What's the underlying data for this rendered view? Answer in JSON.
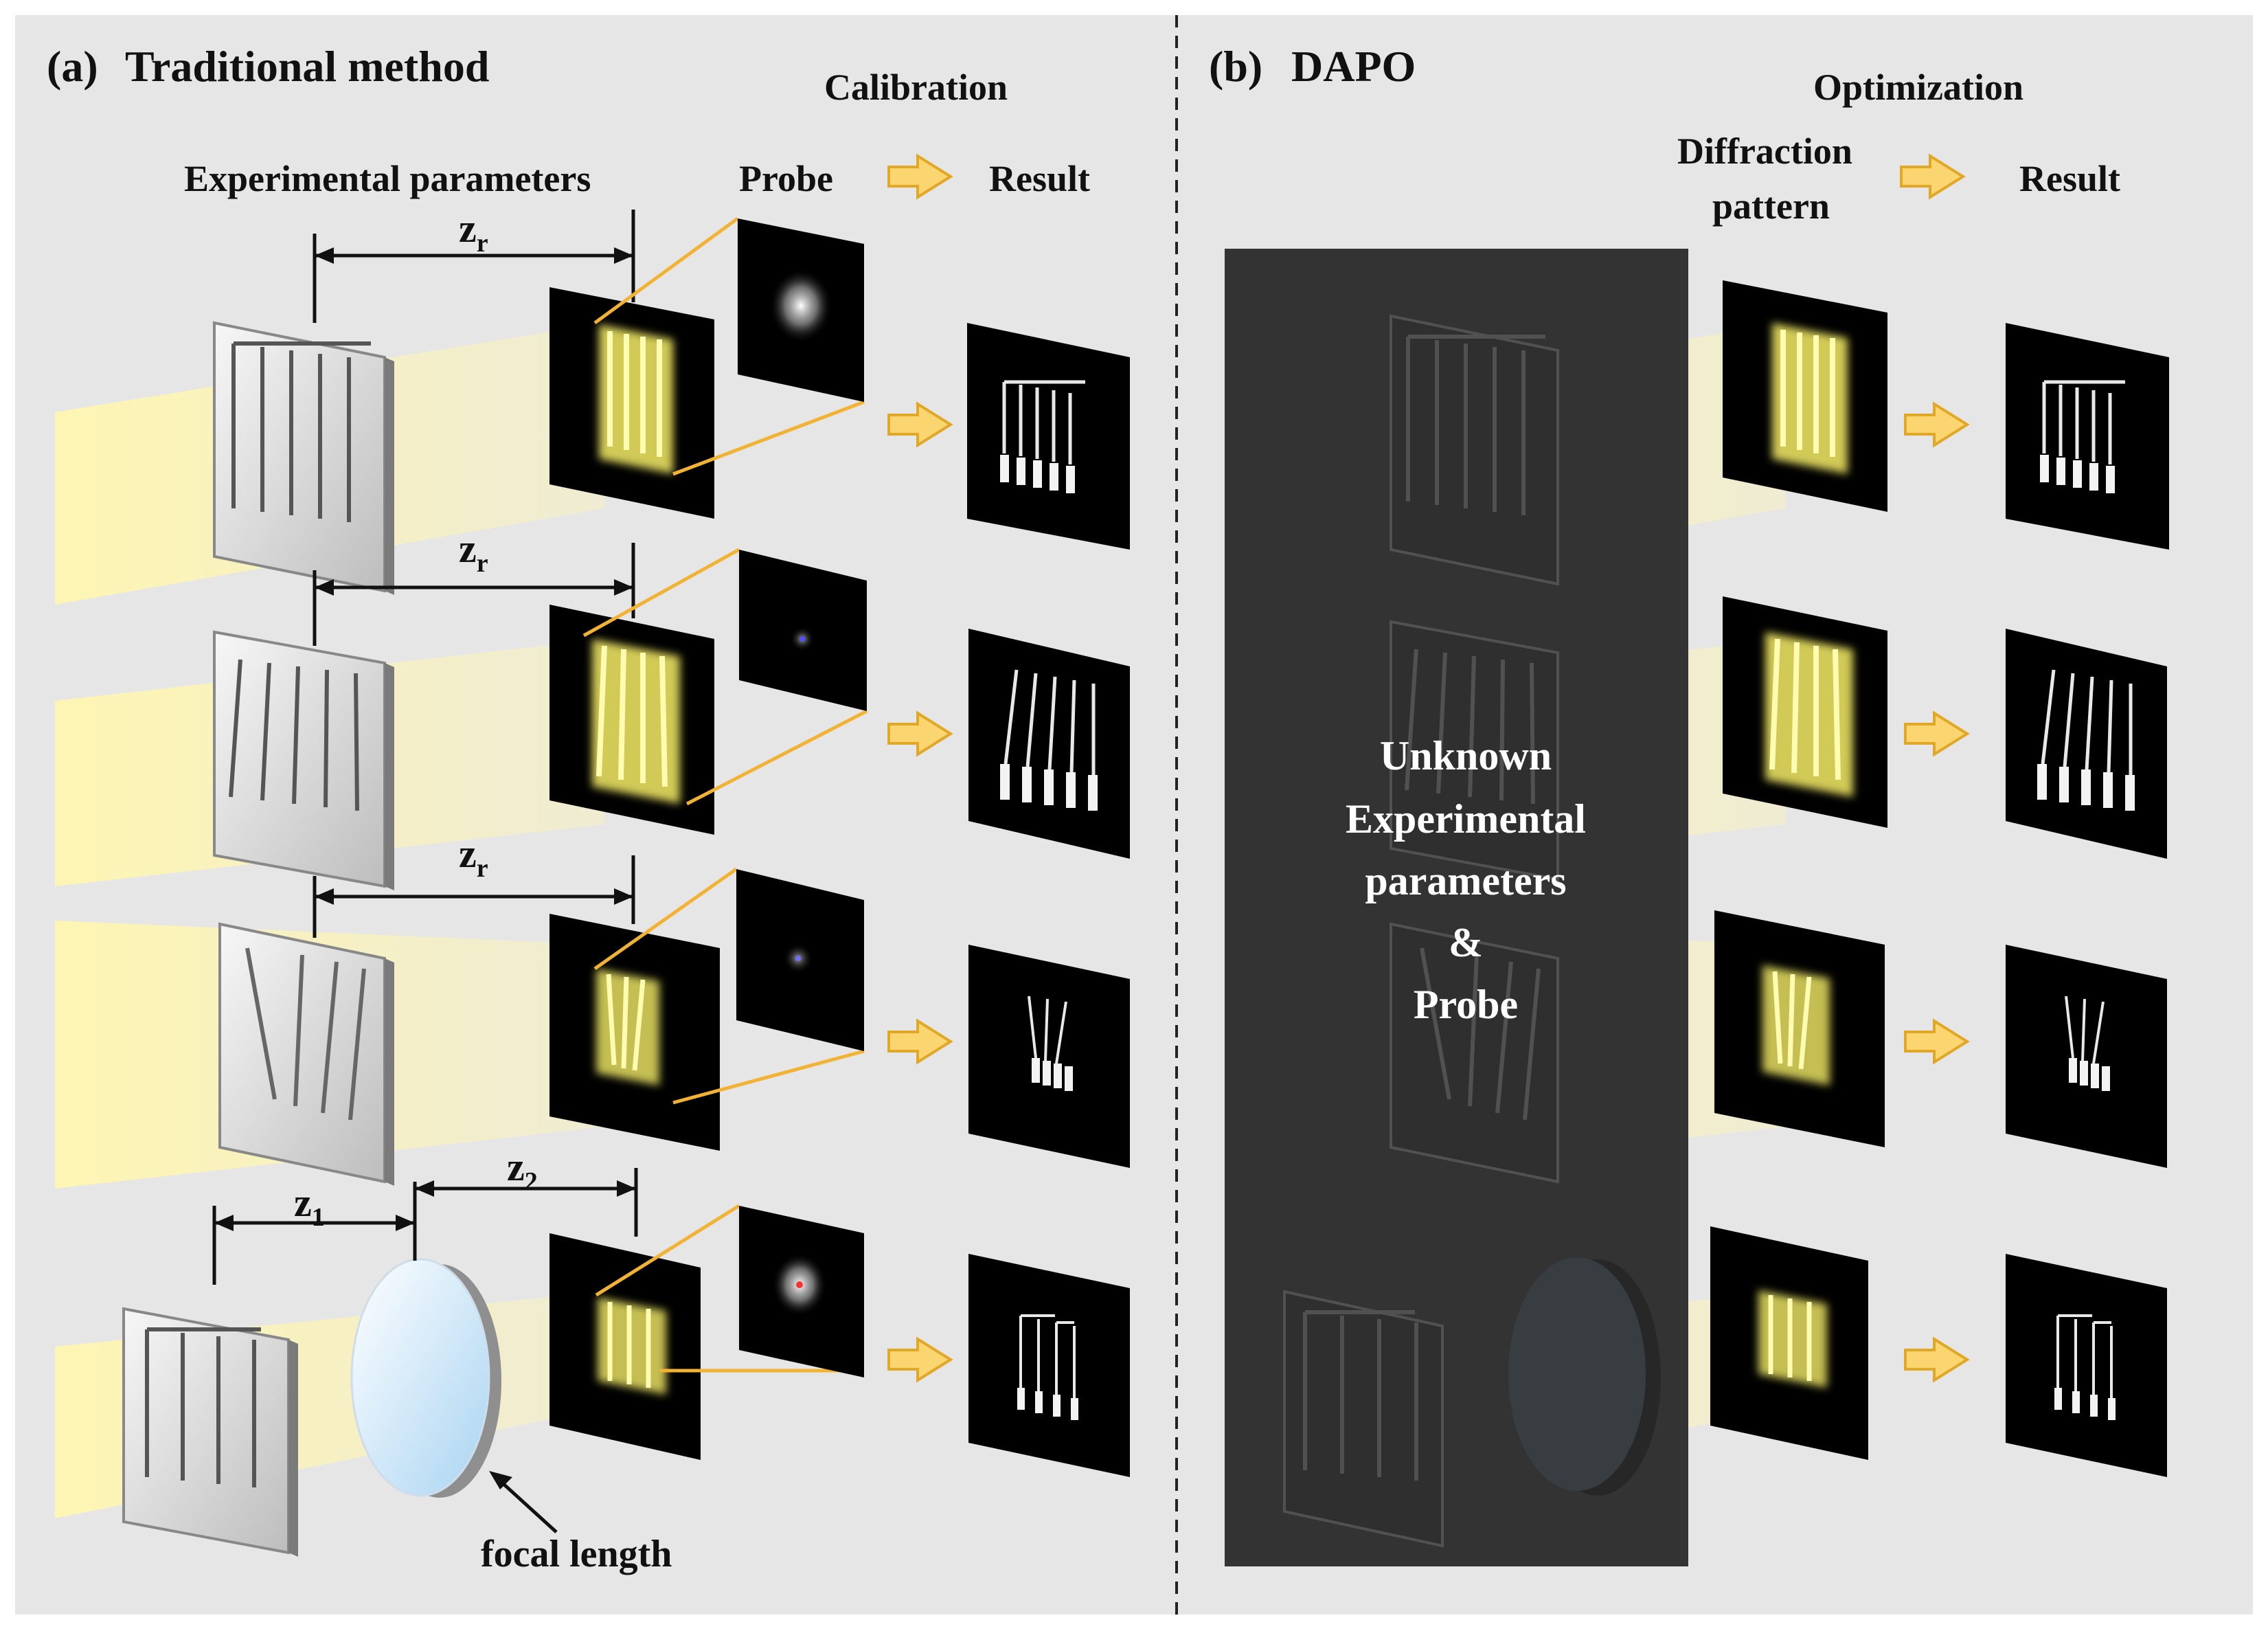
{
  "panel_a": {
    "tag": "(a)",
    "title": "Traditional method",
    "heading_params": "Experimental parameters",
    "heading_calibration": "Calibration",
    "heading_probe": "Probe",
    "heading_result": "Result",
    "dist_main": "z",
    "dist_main_sub": "r",
    "dist_z1": "z",
    "dist_z1_sub": "1",
    "dist_z2": "z",
    "dist_z2_sub": "2",
    "focal_label": "focal length"
  },
  "panel_b": {
    "tag": "(b)",
    "title": "DAPO",
    "heading_optimization": "Optimization",
    "heading_diffraction_1": "Diffraction",
    "heading_diffraction_2": "pattern",
    "heading_result": "Result",
    "unknown_1": "Unknown",
    "unknown_2": "Experimental",
    "unknown_3": "parameters",
    "unknown_4": "&",
    "unknown_5": "Probe"
  },
  "colors": {
    "background": "#e6e6e6",
    "beam": "#fff3a6",
    "beam_glow": "#f4e96b",
    "arrow_fill": "#fbd570",
    "arrow_stroke": "#e0a826",
    "callout_line": "#f2b233",
    "overlay": "#333333",
    "screen": "#000000",
    "lens": "#d8ecfa"
  }
}
